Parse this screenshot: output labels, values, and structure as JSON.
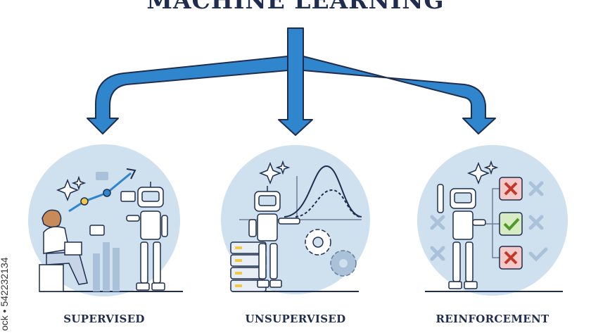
{
  "title": "MACHINE LEARNING",
  "side_text": "ock • 542232134",
  "categories": [
    {
      "label": "SUPERVISED",
      "icon": "supervised-illustration"
    },
    {
      "label": "UNSUPERVISED",
      "icon": "unsupervised-illustration"
    },
    {
      "label": "REINFORCEMENT",
      "icon": "reinforcement-illustration"
    }
  ],
  "colors": {
    "title": "#1f2d4e",
    "arrow": "#2f86cc",
    "circle": "#cfe0ef",
    "robot": "#ffffff",
    "outline": "#1f2d4e",
    "yes": "#7fc25c",
    "no": "#e8a0a0"
  }
}
